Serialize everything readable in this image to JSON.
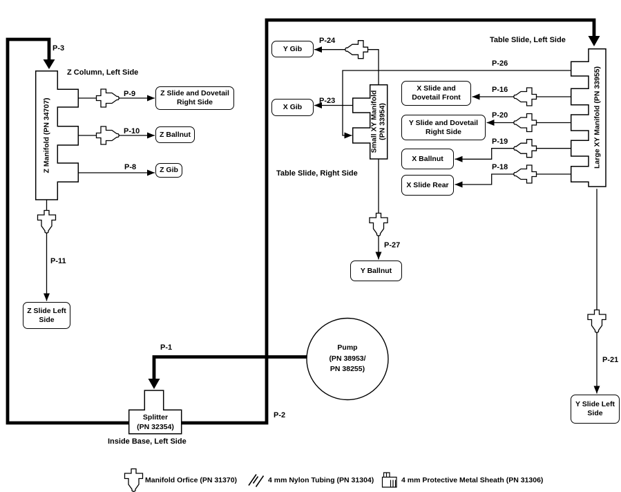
{
  "colors": {
    "ink": "#000000",
    "background": "#ffffff"
  },
  "section_labels": {
    "z_column": "Z Column, Left Side",
    "table_slide_left": "Table Slide, Left Side",
    "table_slide_right": "Table Slide, Right Side",
    "inside_base": "Inside Base, Left Side"
  },
  "manifolds": {
    "z": {
      "label": "Z Manifold (PN 34707)"
    },
    "small_xy": {
      "l1": "Small XY Manifold",
      "l2": "(PN 33954)"
    },
    "large_xy": {
      "label": "Large XY Manifold (PN 33955)"
    }
  },
  "pump": {
    "l1": "Pump",
    "l2": "(PN 38953/",
    "l3": "PN 38255)"
  },
  "splitter": {
    "l1": "Splitter",
    "l2": "(PN 32354)"
  },
  "boxes": {
    "z_slide_dovetail_right": {
      "l1": "Z Slide and Dovetail",
      "l2": "Right Side"
    },
    "z_ballnut": {
      "l1": "Z Ballnut"
    },
    "z_gib": {
      "l1": "Z Gib"
    },
    "z_slide_left": {
      "l1": "Z Slide Left",
      "l2": "Side"
    },
    "y_gib": {
      "l1": "Y Gib"
    },
    "x_gib": {
      "l1": "X Gib"
    },
    "y_ballnut": {
      "l1": "Y Ballnut"
    },
    "x_slide_dovetail_front": {
      "l1": "X Slide and",
      "l2": "Dovetail Front"
    },
    "y_slide_dovetail_right": {
      "l1": "Y Slide and Dovetail",
      "l2": "Right Side"
    },
    "x_ballnut": {
      "l1": "X Ballnut"
    },
    "x_slide_rear": {
      "l1": "X Slide Rear"
    },
    "y_slide_left": {
      "l1": "Y Slide Left",
      "l2": "Side"
    }
  },
  "pipe_labels": {
    "p1": "P-1",
    "p2": "P-2",
    "p3": "P-3",
    "p8": "P-8",
    "p9": "P-9",
    "p10": "P-10",
    "p11": "P-11",
    "p16": "P-16",
    "p18": "P-18",
    "p19": "P-19",
    "p20": "P-20",
    "p21": "P-21",
    "p23": "P-23",
    "p24": "P-24",
    "p26": "P-26",
    "p27": "P-27"
  },
  "legend": {
    "orifice_label": "Manifold Orfice (PN 31370)",
    "tubing_label": "4 mm Nylon Tubing (PN 31304)",
    "sheath_label": "4 mm Protective Metal Sheath (PN 31306)",
    "icons": {
      "orifice": "manifold-orifice-icon",
      "tubing": "nylon-tubing-slashes-icon",
      "sheath": "metal-sheath-icon"
    }
  }
}
